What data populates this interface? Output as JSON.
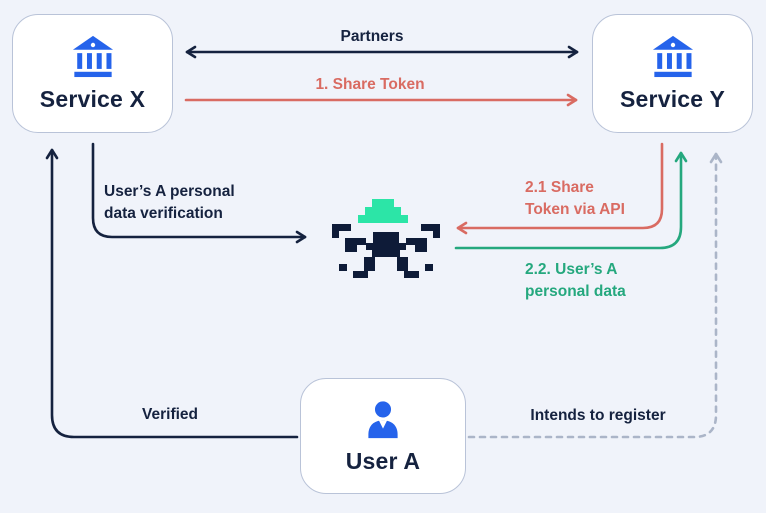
{
  "colors": {
    "background": "#F0F3FA",
    "node_background": "#FFFFFF",
    "node_border": "#B9C3D8",
    "navy": "#15223F",
    "red": "#D96B62",
    "green": "#25A87E",
    "mint": "#2CE5A7",
    "icon_blue": "#2563EB",
    "dashed_gray": "#ABB5C8"
  },
  "nodes": {
    "service_x": {
      "label": "Service X",
      "icon": "bank-icon"
    },
    "service_y": {
      "label": "Service Y",
      "icon": "bank-icon"
    },
    "user_a": {
      "label": "User A",
      "icon": "person-icon"
    }
  },
  "center_icon": "pixel-robot-icon",
  "edges": {
    "partners": {
      "label": "Partners",
      "from": "Service X",
      "to": "Service Y",
      "style": "double-arrow",
      "color": "#15223F"
    },
    "share_token": {
      "label": "1. Share Token",
      "from": "Service X",
      "to": "Service Y",
      "style": "arrow",
      "color": "#D96B62"
    },
    "data_verification": {
      "label": "User’s A personal\ndata verification",
      "from": "Service X",
      "to": "robot",
      "style": "arrow",
      "color": "#15223F"
    },
    "share_token_api": {
      "label": "2.1 Share\nToken via API",
      "from": "Service Y",
      "to": "robot",
      "style": "arrow",
      "color": "#D96B62"
    },
    "personal_data": {
      "label": "2.2. User’s A\npersonal data",
      "from": "robot",
      "to": "Service Y",
      "style": "arrow",
      "color": "#25A87E"
    },
    "verified": {
      "label": "Verified",
      "from": "User A",
      "to": "Service X",
      "style": "arrow",
      "color": "#15223F"
    },
    "intends_to_register": {
      "label": "Intends to register",
      "from": "User A",
      "to": "Service Y",
      "style": "dashed-arrow",
      "color": "#ABB5C8"
    }
  }
}
